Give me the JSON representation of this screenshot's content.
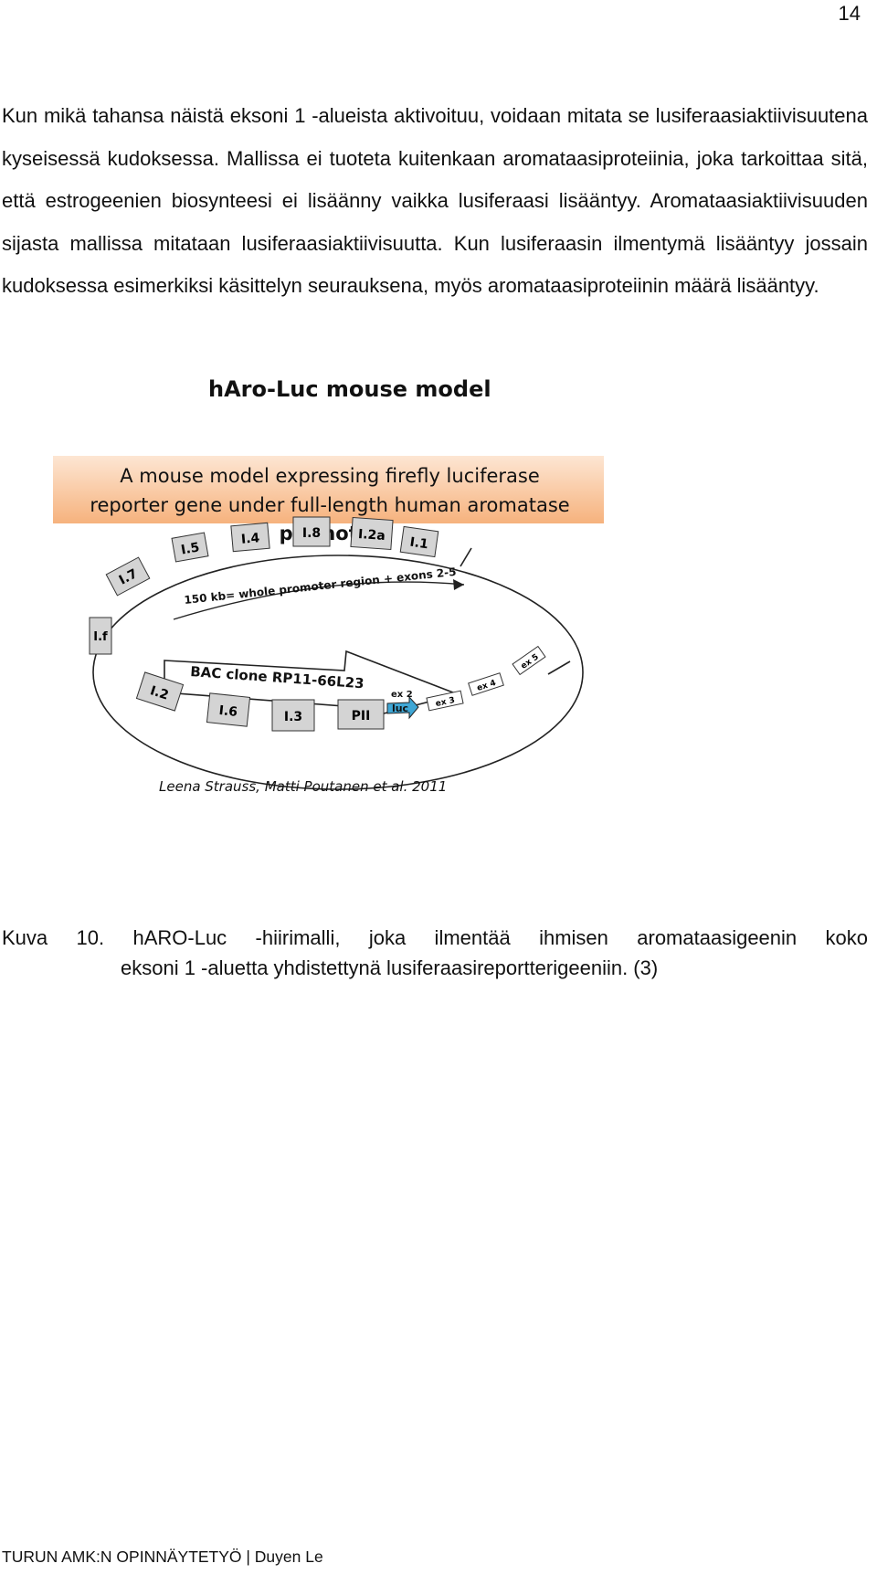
{
  "page_number": "14",
  "body_text": "Kun mikä tahansa näistä eksoni 1 -alueista aktivoituu, voidaan mitata se lusiferaasiaktiivisuutena kyseisessä kudoksessa. Mallissa ei tuoteta kuitenkaan aromataasiproteiinia, joka tarkoittaa sitä, että estrogeenien biosynteesi ei lisäänny vaikka lusiferaasi lisääntyy. Aromataasiaktiivisuuden sijasta mallissa mitataan lusiferaasiaktiivisuutta. Kun lusiferaasin ilmentymä lisääntyy jossain kudoksessa esimerkiksi käsittelyn seurauksena, myös aromataasiproteiinin määrä lisääntyy.",
  "figure": {
    "title": "hAro-Luc mouse model",
    "banner_line1": "A mouse model expressing firefly luciferase",
    "banner_line2": "reporter gene under full-length human aromatase",
    "banner_line3": "promoter",
    "region_label": "150 kb= whole promoter region + exons 2-5",
    "bac_label": "BAC clone RP11-66L23",
    "exon_labels": {
      "I5": "I.5",
      "I4": "I.4",
      "I8": "I.8",
      "I2a": "I.2a",
      "I1": "I.1",
      "I7": "I.7",
      "If": "I.f",
      "I2": "I.2",
      "I6": "I.6",
      "I3": "I.3",
      "PII": "PII",
      "luc": "luc",
      "ex2": "ex 2",
      "ex3": "ex 3",
      "ex4": "ex 4",
      "ex5": "ex 5"
    },
    "credit": "Leena Strauss, Matti Poutanen et al. 2011",
    "colors": {
      "banner_top": "#fde6d3",
      "banner_bottom": "#f6b27d",
      "box_fill": "#d4d4d4",
      "luc_fill": "#3fa7d6"
    }
  },
  "caption": {
    "line1": "Kuva 10. hARO-Luc -hiirimalli, joka ilmentää ihmisen aromataasigeenin koko",
    "line2": "eksoni 1 -aluetta yhdistettynä lusiferaasireportterigeeniin. (3)"
  },
  "footer": "TURUN AMK:N OPINNÄYTETYÖ | Duyen Le"
}
